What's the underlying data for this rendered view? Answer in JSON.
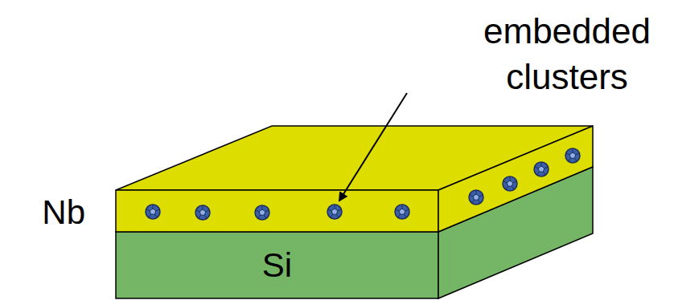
{
  "diagram": {
    "nodes": [
      {
        "text": [
          "Nb"
        ]
      },
      {
        "text": [
          "Si"
        ]
      }
    ],
    "labels": [
      "embedded clusters"
    ]
  }
}
